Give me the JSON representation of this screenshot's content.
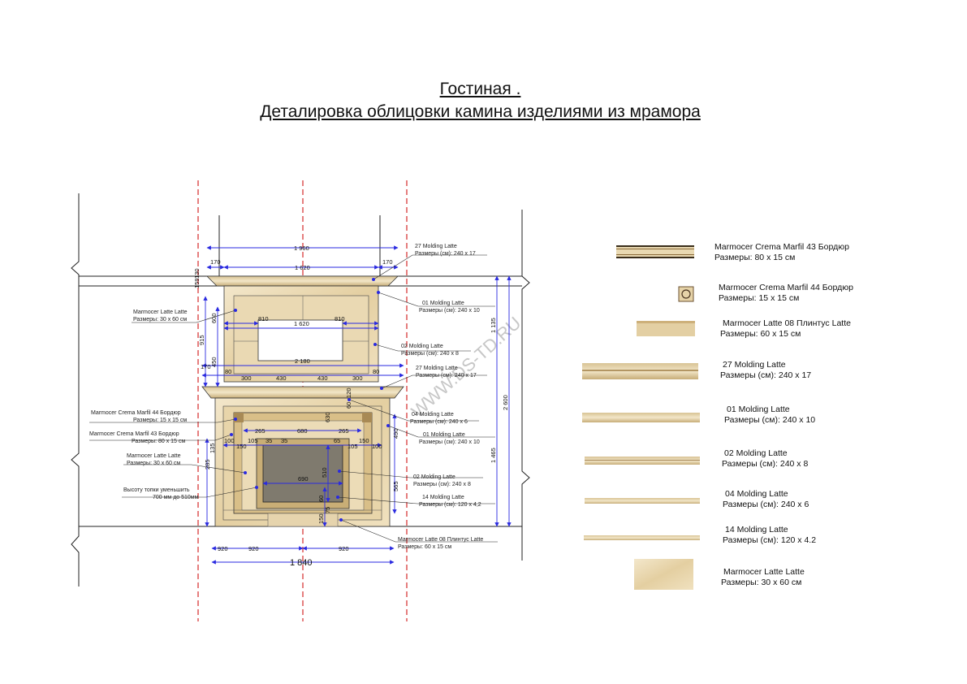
{
  "title": {
    "line1": "Гостиная .",
    "line2": " Деталировка облицовки камина изделиями из мрамора"
  },
  "watermark": "WWW.DS-TD.RU",
  "dimensions": {
    "d1960": "1 960",
    "d170a": "170",
    "d1620a": "1 620",
    "d170b": "170",
    "d810a": "810",
    "d810b": "810",
    "d1620b": "1 620",
    "d2180": "2 180",
    "d170c": "170",
    "d80a": "80",
    "d300a": "300",
    "d430a": "430",
    "d430b": "430",
    "d300b": "300",
    "d80b": "80",
    "d265a": "265",
    "d680": "680",
    "d265b": "265",
    "d100a": "100",
    "d150a": "150",
    "d105a": "105",
    "d35a": "35",
    "d35b": "35",
    "d105b": "105",
    "d150b": "150",
    "d100b": "100",
    "d65": "65",
    "d690": "690",
    "d510": "510",
    "d565": "565",
    "d920a": "920",
    "d920b": "920",
    "d1840": "1 840",
    "d1135": "1 135",
    "d2600": "2 600",
    "d1465": "1 465",
    "d915": "915",
    "d450": "450",
    "d600": "600",
    "d120": "120",
    "d60": "60",
    "d159": "159",
    "d130": "130",
    "d128": "128",
    "d285": "285",
    "d135": "135",
    "d490": "490",
    "d150v": "150",
    "d60v": "60",
    "d75": "75",
    "d630": "630"
  },
  "callouts": {
    "c1": {
      "name": "27 Molding Latte",
      "size": "Размеры (см): 240 x 17"
    },
    "c2": {
      "name": "01 Molding Latte",
      "size": "Размеры (см): 240 x 10"
    },
    "c3": {
      "name": "02 Molding Latte",
      "size": "Размеры (см): 240 x 8"
    },
    "c4": {
      "name": "27 Molding Latte",
      "size": "Размеры (см): 240 x 17"
    },
    "c5": {
      "name": "04 Molding Latte",
      "size": "Размеры (см): 240 x 6"
    },
    "c6": {
      "name": "01 Molding Latte",
      "size": "Размеры (см): 240 x 10"
    },
    "c7": {
      "name": "02 Molding Latte",
      "size": "Размеры (см): 240 x 8"
    },
    "c8": {
      "name": "14 Molding Latte",
      "size": "Размеры (см): 120 x 4,2"
    },
    "c9": {
      "name": "Marmocer Latte 08 Плинтус Latte",
      "size": "Размеры: 60 x 15 см"
    },
    "l1": {
      "name": "Marmocer Latte Latte",
      "size": "Размеры: 30 x 60 см"
    },
    "l2": {
      "name": "Marmocer Crema Marfil 44 Бордюр",
      "size": "Размеры: 15 x 15 см"
    },
    "l3": {
      "name": "Marmocer Crema Marfil 43 Бордюр",
      "size": "Размеры: 80 x 15 см"
    },
    "l4": {
      "name": "Marmocer Latte Latte",
      "size": "Размеры: 30 x 60 см"
    },
    "l5": {
      "name": "Высоту топки уменьшить",
      "size": "700 мм до 510мм"
    }
  },
  "legend": [
    {
      "name": "Marmocer Crema Marfil 43 Бордюр",
      "size": "Размеры: 80 x 15 см"
    },
    {
      "name": "Marmocer Crema Marfil 44 Бордюр",
      "size": "Размеры: 15 x 15 см"
    },
    {
      "name": "Marmocer Latte 08 Плинтус Latte",
      "size": "Размеры: 60 x 15 см"
    },
    {
      "name": "27 Molding Latte",
      "size": "Размеры (см): 240 x 17"
    },
    {
      "name": "01 Molding Latte",
      "size": "Размеры (см): 240 x 10"
    },
    {
      "name": "02 Molding Latte",
      "size": "Размеры (см): 240 x 8"
    },
    {
      "name": "04 Molding Latte",
      "size": "Размеры (см): 240 x 6"
    },
    {
      "name": "14 Molding Latte",
      "size": "Размеры (см): 120 x 4.2"
    },
    {
      "name": "Marmocer Latte Latte",
      "size": "Размеры: 30 x 60 см"
    }
  ],
  "colors": {
    "marble_light": "#efe2c4",
    "marble_mid": "#dcc597",
    "marble_dark": "#b89a62",
    "firebox": "#7f7a6e",
    "dim_blue": "#2a2ae0",
    "axis_red": "#d42a2a",
    "line": "#222222"
  }
}
